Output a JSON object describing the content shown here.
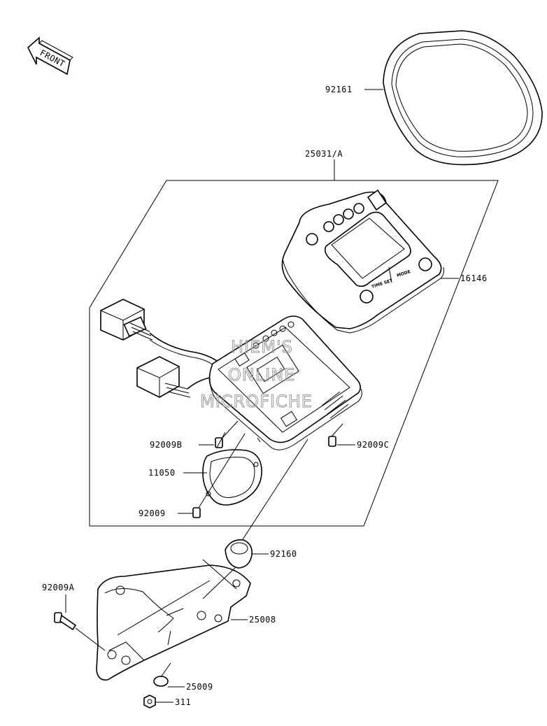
{
  "front_arrow": {
    "label": "FRONT"
  },
  "parts": {
    "p92161": "92161",
    "p25031A": "25031/A",
    "p16146": "16146",
    "p92009B": "92009B",
    "p92009C": "92009C",
    "p11050": "11050",
    "p92009": "92009",
    "p92160": "92160",
    "p92009A": "92009A",
    "p25008": "25008",
    "p25009": "25009",
    "p311": "311"
  },
  "meter_face": {
    "time_set": "TIME SET",
    "mode": "MODE"
  },
  "watermark": {
    "line1": "HIEM'S",
    "line2": "ONLINE",
    "line3": "MICROFICHE"
  }
}
